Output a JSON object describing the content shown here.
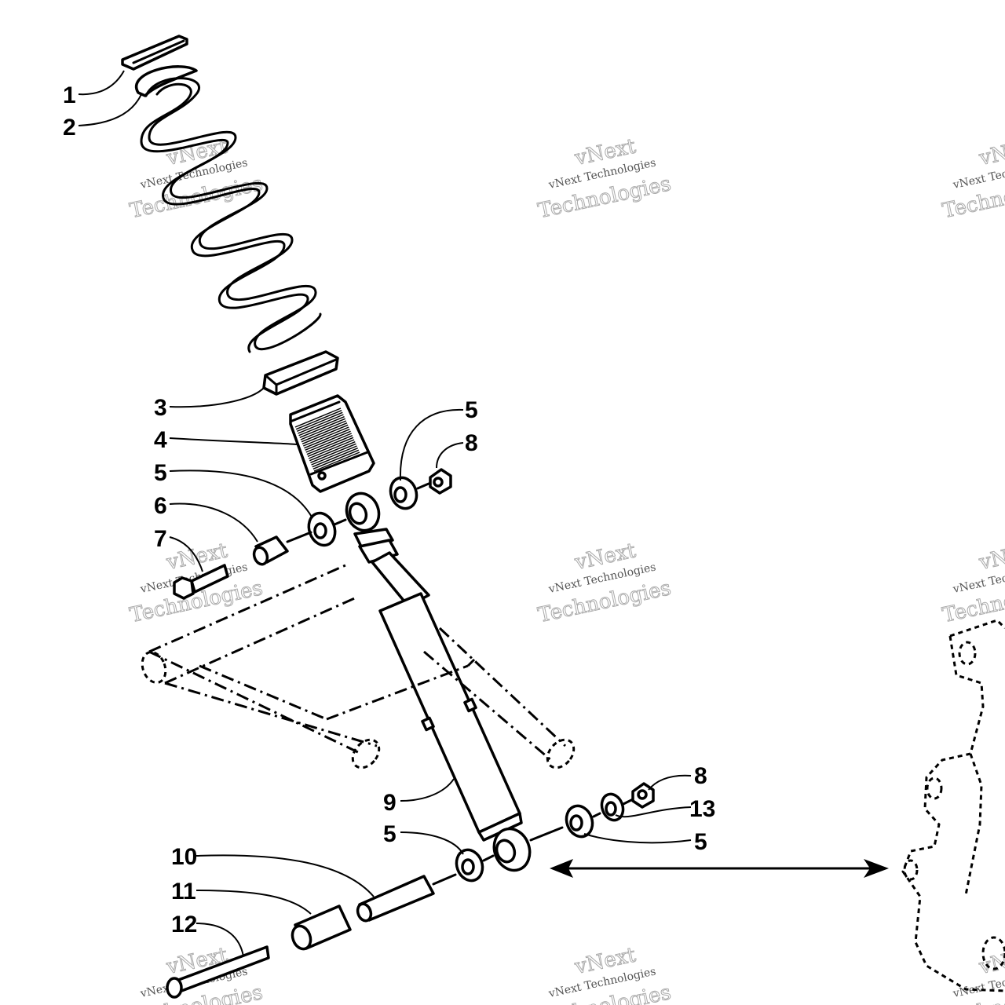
{
  "callouts": [
    {
      "id": "c1",
      "label": "1"
    },
    {
      "id": "c2",
      "label": "2"
    },
    {
      "id": "c3",
      "label": "3"
    },
    {
      "id": "c4",
      "label": "4"
    },
    {
      "id": "c5a",
      "label": "5"
    },
    {
      "id": "c5b",
      "label": "5"
    },
    {
      "id": "c6",
      "label": "6"
    },
    {
      "id": "c7",
      "label": "7"
    },
    {
      "id": "c8a",
      "label": "8"
    },
    {
      "id": "c8b",
      "label": "8"
    },
    {
      "id": "c9",
      "label": "9"
    },
    {
      "id": "c5c",
      "label": "5"
    },
    {
      "id": "c13",
      "label": "13"
    },
    {
      "id": "c5d",
      "label": "5"
    },
    {
      "id": "c10",
      "label": "10"
    },
    {
      "id": "c11",
      "label": "11"
    },
    {
      "id": "c12",
      "label": "12"
    }
  ],
  "watermark": {
    "line_small": "vNext Technologies",
    "line_big_top": "vNext",
    "line_big_bottom": "Technologies"
  }
}
